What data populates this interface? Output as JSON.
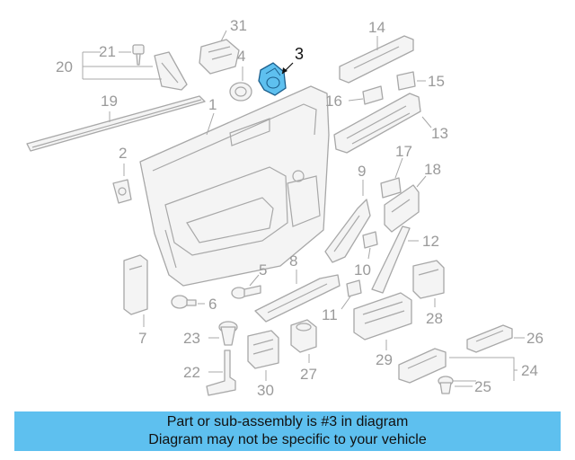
{
  "diagram": {
    "highlighted_part": "3",
    "highlight_color": "#5ec0ef",
    "line_color": "#a8a8a8",
    "callouts": {
      "c1": "1",
      "c2": "2",
      "c3": "3",
      "c4": "4",
      "c5": "5",
      "c6": "6",
      "c7": "7",
      "c8": "8",
      "c9": "9",
      "c10": "10",
      "c11": "11",
      "c12": "12",
      "c13": "13",
      "c14": "14",
      "c15": "15",
      "c16": "16",
      "c17": "17",
      "c18": "18",
      "c19": "19",
      "c20": "20",
      "c21": "21",
      "c22": "22",
      "c23": "23",
      "c24": "24",
      "c25": "25",
      "c26": "26",
      "c27": "27",
      "c28": "28",
      "c29": "29",
      "c30": "30",
      "c31": "31"
    }
  },
  "banner": {
    "line1": "Part or sub-assembly is #3 in diagram",
    "line2": "Diagram may not be specific to your vehicle",
    "background": "#5ec0ef"
  }
}
